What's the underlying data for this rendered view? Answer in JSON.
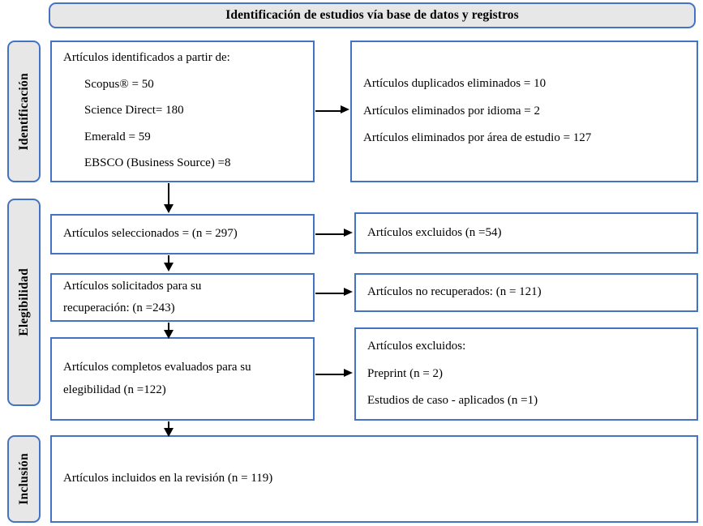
{
  "banner": {
    "title": "Identificación de estudios vía base de datos y registros"
  },
  "phases": [
    {
      "label": "Identificación"
    },
    {
      "label": "Elegibilidad"
    },
    {
      "label": "Inclusión"
    }
  ],
  "boxes": {
    "sources": {
      "heading": "Artículos identificados a partir de:",
      "items": [
        "Scopus® = 50",
        "Science Direct= 180",
        "Emerald = 59",
        "EBSCO (Business Source) =8"
      ]
    },
    "removed": {
      "lines": [
        "Artículos duplicados eliminados = 10",
        "Artículos eliminados por idioma = 2",
        "Artículos eliminados por área de estudio = 127"
      ]
    },
    "screened": {
      "line": "Artículos seleccionados = (n = 297)"
    },
    "excluded_screened": {
      "line": "Artículos excluidos (n =54)"
    },
    "sought": {
      "line1": "Artículos solicitados para su",
      "line2": "recuperación: (n =243)"
    },
    "not_retrieved": {
      "line": "Artículos no recuperados: (n = 121)"
    },
    "assessed": {
      "line1": "Artículos completos evaluados para su",
      "line2": "elegibilidad (n =122)"
    },
    "excluded_reasons": {
      "heading": "Artículos excluidos:",
      "items": [
        "Preprint (n = 2)",
        "Estudios de caso - aplicados (n =1)"
      ]
    },
    "included": {
      "line": "Artículos incluidos en la revisión (n = 119)"
    }
  },
  "colors": {
    "border_blue": "#4472c4",
    "tab_fill": "#e7e7e7",
    "box_fill": "#ffffff",
    "arrow": "#000000",
    "text": "#000000"
  }
}
